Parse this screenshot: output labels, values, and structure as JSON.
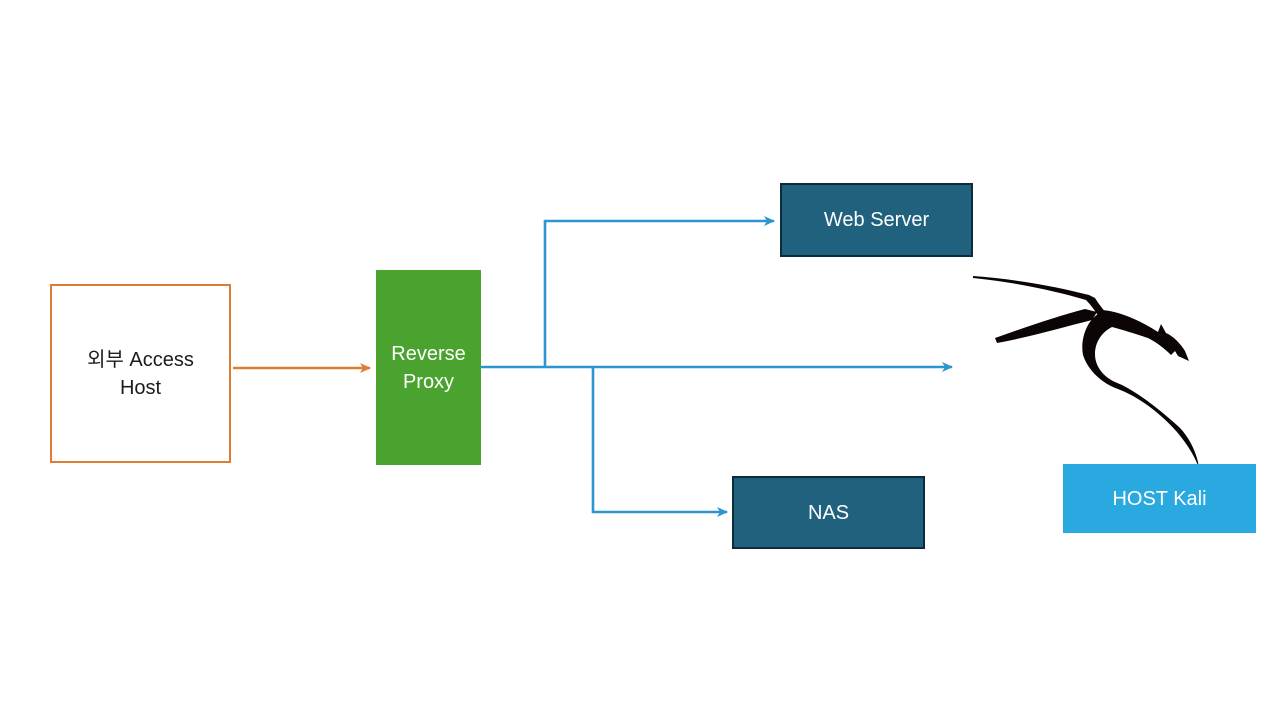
{
  "colors": {
    "background": "#ffffff",
    "orange": "#df7b35",
    "green": "#4ba32f",
    "teal": "#20617e",
    "teal_border": "#0d2b3a",
    "light_blue": "#29a9e0",
    "line_blue": "#2c96cf",
    "dragon_black": "#0c0506",
    "text_light": "#ffffff",
    "text_dark": "#1c1c1c"
  },
  "diagram": {
    "nodes": {
      "external_host": {
        "label": "외부 Access Host"
      },
      "reverse_proxy": {
        "label": "Reverse Proxy"
      },
      "web_server": {
        "label": "Web Server"
      },
      "nas": {
        "label": "NAS"
      },
      "host_kali": {
        "label": "HOST Kali"
      }
    },
    "icons": {
      "kali_dragon": "Kali Linux dragon logo"
    },
    "edges": [
      {
        "from": "external_host",
        "to": "reverse_proxy",
        "color": "orange",
        "arrow": true
      },
      {
        "from": "reverse_proxy",
        "to": "web_server",
        "color": "blue",
        "arrow": true
      },
      {
        "from": "reverse_proxy",
        "to": "host_kali",
        "color": "blue",
        "arrow": true
      },
      {
        "from": "reverse_proxy",
        "to": "nas",
        "color": "blue",
        "arrow": true
      }
    ]
  }
}
